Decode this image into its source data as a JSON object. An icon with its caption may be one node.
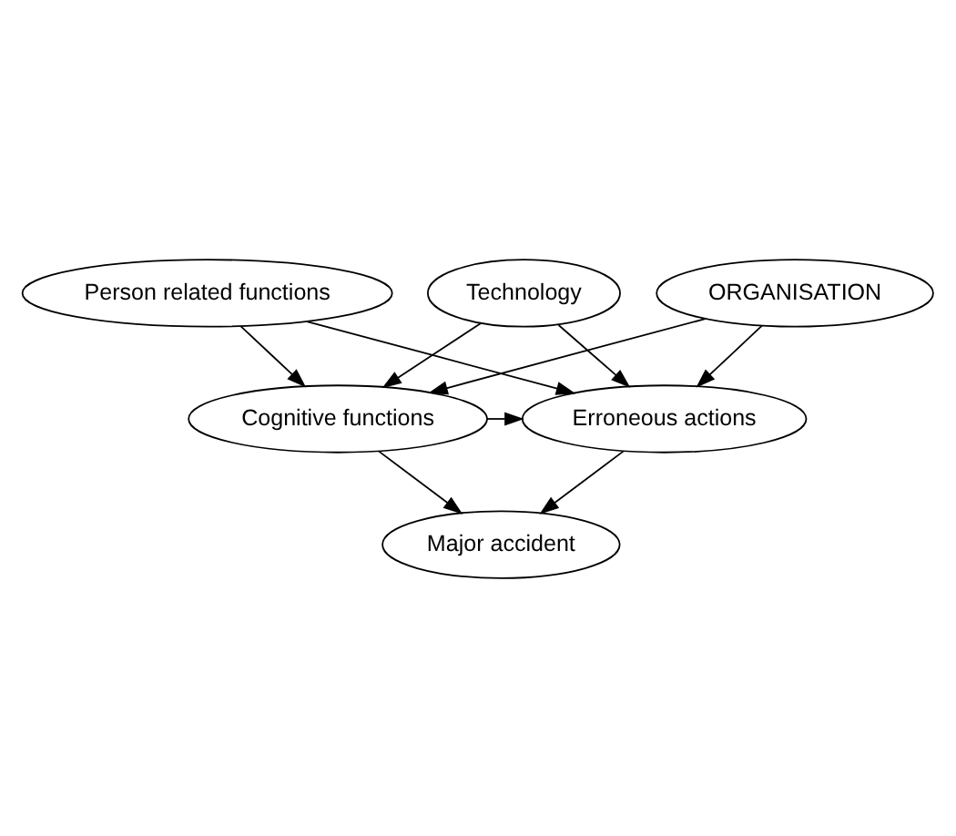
{
  "diagram": {
    "nodes": [
      {
        "text": [
          "Person related functions"
        ]
      },
      {
        "text": [
          "Technology"
        ]
      },
      {
        "text": [
          "ORGANISATION"
        ]
      },
      {
        "text": [
          "Cognitive functions"
        ]
      },
      {
        "text": [
          "Erroneous actions"
        ]
      },
      {
        "text": [
          "Major accident"
        ]
      }
    ],
    "edges": [
      {
        "from": 0,
        "to": 3,
        "arrow": "to"
      },
      {
        "from": 0,
        "to": 4,
        "arrow": "to"
      },
      {
        "from": 1,
        "to": 3,
        "arrow": "to"
      },
      {
        "from": 1,
        "to": 4,
        "arrow": "to"
      },
      {
        "from": 2,
        "to": 3,
        "arrow": "to"
      },
      {
        "from": 2,
        "to": 4,
        "arrow": "to"
      },
      {
        "from": 3,
        "to": 4,
        "arrow": "to"
      },
      {
        "from": 3,
        "to": 5,
        "arrow": "to"
      },
      {
        "from": 4,
        "to": 5,
        "arrow": "to"
      }
    ]
  }
}
